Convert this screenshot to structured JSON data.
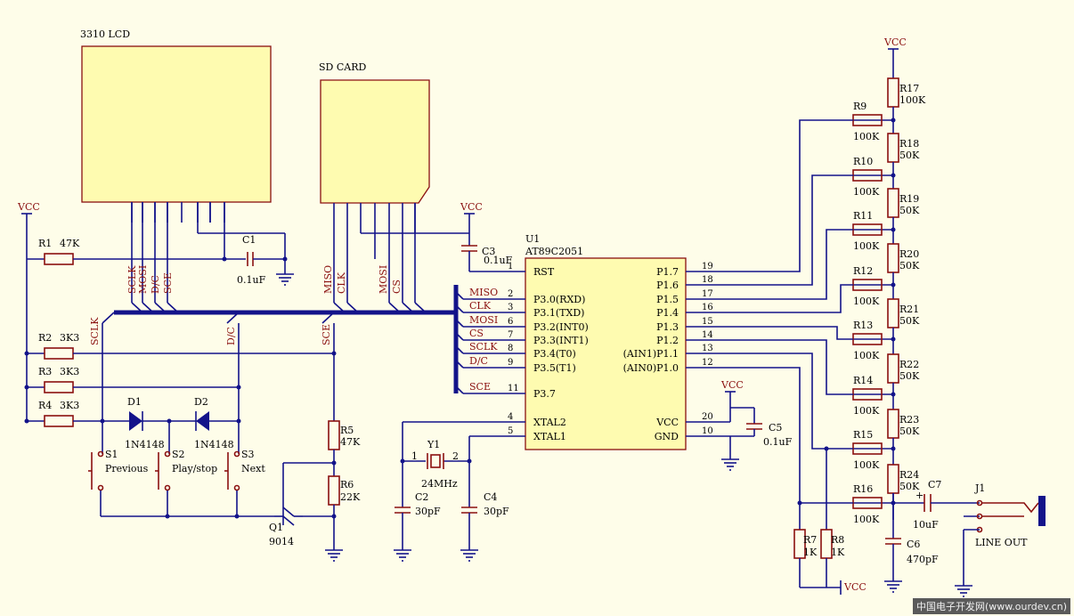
{
  "blocks": {
    "lcd": "3310 LCD",
    "sd": "SD CARD"
  },
  "mcu": {
    "ref": "U1",
    "part": "AT89C2051",
    "left_pins": [
      {
        "num": "1",
        "name": "RST"
      },
      {
        "num": "2",
        "name": "P3.0(RXD)"
      },
      {
        "num": "3",
        "name": "P3.1(TXD)"
      },
      {
        "num": "6",
        "name": "P3.2(INT0)"
      },
      {
        "num": "7",
        "name": "P3.3(INT1)"
      },
      {
        "num": "8",
        "name": "P3.4(T0)"
      },
      {
        "num": "9",
        "name": "P3.5(T1)"
      },
      {
        "num": "11",
        "name": "P3.7"
      },
      {
        "num": "4",
        "name": "XTAL2"
      },
      {
        "num": "5",
        "name": "XTAL1"
      }
    ],
    "right_pins": [
      {
        "num": "19",
        "name": "P1.7"
      },
      {
        "num": "18",
        "name": "P1.6"
      },
      {
        "num": "17",
        "name": "P1.5"
      },
      {
        "num": "16",
        "name": "P1.4"
      },
      {
        "num": "15",
        "name": "P1.3"
      },
      {
        "num": "14",
        "name": "P1.2"
      },
      {
        "num": "13",
        "name": "(AIN1)P1.1"
      },
      {
        "num": "12",
        "name": "(AIN0)P1.0"
      },
      {
        "num": "20",
        "name": "VCC"
      },
      {
        "num": "10",
        "name": "GND"
      }
    ]
  },
  "bus_nets": [
    "MISO",
    "CLK",
    "MOSI",
    "CS",
    "SCLK",
    "D/C",
    "SCE"
  ],
  "lcd_pins": [
    "SCLK",
    "MOSI",
    "D/C",
    "SCE"
  ],
  "sd_pins": [
    "MISO",
    "CLK",
    "MOSI",
    "CS"
  ],
  "left_nets": [
    "SCLK",
    "D/C",
    "SCE"
  ],
  "vcc": "VCC",
  "parts": {
    "R1": {
      "ref": "R1",
      "val": "47K"
    },
    "R2": {
      "ref": "R2",
      "val": "3K3"
    },
    "R3": {
      "ref": "R3",
      "val": "3K3"
    },
    "R4": {
      "ref": "R4",
      "val": "3K3"
    },
    "R5": {
      "ref": "R5",
      "val": "47K"
    },
    "R6": {
      "ref": "R6",
      "val": "22K"
    },
    "R7": {
      "ref": "R7",
      "val": "1K"
    },
    "R8": {
      "ref": "R8",
      "val": "1K"
    },
    "C1": {
      "ref": "C1",
      "val": "0.1uF"
    },
    "C2": {
      "ref": "C2",
      "val": "30pF"
    },
    "C3": {
      "ref": "C3",
      "val": "0.1uF"
    },
    "C4": {
      "ref": "C4",
      "val": "30pF"
    },
    "C5": {
      "ref": "C5",
      "val": "0.1uF"
    },
    "C6": {
      "ref": "C6",
      "val": "470pF"
    },
    "C7": {
      "ref": "C7",
      "val": "10uF"
    },
    "D1": {
      "ref": "D1",
      "val": "1N4148"
    },
    "D2": {
      "ref": "D2",
      "val": "1N4148"
    },
    "Y1": {
      "ref": "Y1",
      "val": "24MHz",
      "p1": "1",
      "p2": "2"
    },
    "Q1": {
      "ref": "Q1",
      "val": "9014"
    },
    "S1": {
      "ref": "S1",
      "val": "Previous"
    },
    "S2": {
      "ref": "S2",
      "val": "Play/stop"
    },
    "S3": {
      "ref": "S3",
      "val": "Next"
    },
    "J1": {
      "ref": "J1",
      "val": "LINE OUT"
    }
  },
  "ladder_series": [
    {
      "ref": "R17",
      "val": "100K"
    },
    {
      "ref": "R18",
      "val": "50K"
    },
    {
      "ref": "R19",
      "val": "50K"
    },
    {
      "ref": "R20",
      "val": "50K"
    },
    {
      "ref": "R21",
      "val": "50K"
    },
    {
      "ref": "R22",
      "val": "50K"
    },
    {
      "ref": "R23",
      "val": "50K"
    },
    {
      "ref": "R24",
      "val": "50K"
    }
  ],
  "ladder_legs": [
    {
      "ref": "R9",
      "val": "100K"
    },
    {
      "ref": "R10",
      "val": "100K"
    },
    {
      "ref": "R11",
      "val": "100K"
    },
    {
      "ref": "R12",
      "val": "100K"
    },
    {
      "ref": "R13",
      "val": "100K"
    },
    {
      "ref": "R14",
      "val": "100K"
    },
    {
      "ref": "R15",
      "val": "100K"
    },
    {
      "ref": "R16",
      "val": "100K"
    }
  ],
  "watermark": "中国电子开发网(www.ourdev.cn)"
}
